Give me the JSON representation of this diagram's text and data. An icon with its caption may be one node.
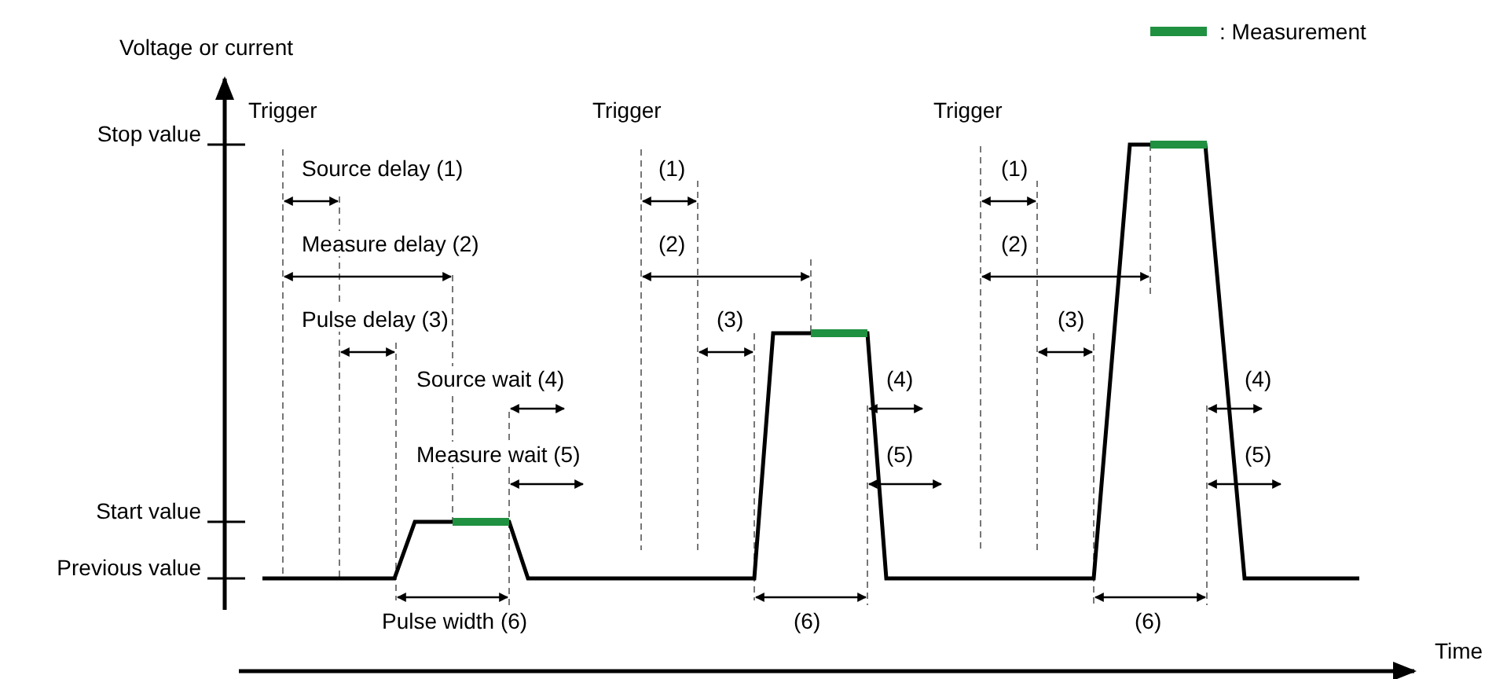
{
  "diagram": {
    "labels": [
      "Voltage or current",
      "Trigger",
      "Trigger",
      "Trigger",
      "Stop value",
      "Source delay (1)",
      "(1)",
      "(1)",
      "Measure delay (2)",
      "(2)",
      "(2)",
      "Pulse delay (3)",
      "(3)",
      "(3)",
      "Source wait (4)",
      "(4)",
      "(4)",
      "Measure wait (5)",
      "(5)",
      "(5)",
      "Start value",
      "Previous value",
      "Pulse width (6)",
      "(6)",
      "(6)",
      "Time"
    ],
    "legend": [
      {
        "text": ": Measurement",
        "color": "#1f9140"
      }
    ]
  }
}
